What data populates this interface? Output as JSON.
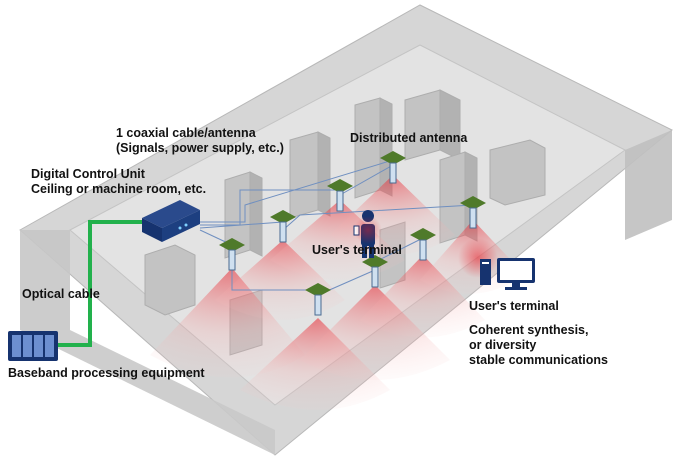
{
  "labels": {
    "coaxial_line1": "1 coaxial cable/antenna",
    "coaxial_line2": "(Signals, power supply, etc.)",
    "distributed_antenna": "Distributed antenna",
    "dcu_line1": "Digital Control Unit",
    "dcu_line2": "Ceiling or machine room, etc.",
    "user_terminal_center": "User's terminal",
    "optical_cable": "Optical cable",
    "user_terminal_right": "User's terminal",
    "coherent_line1": "Coherent synthesis,",
    "coherent_line2": "or diversity",
    "coherent_line3": "stable communications",
    "baseband": "Baseband processing equipment"
  },
  "colors": {
    "floor": "#d9d9d9",
    "wall": "#bfbfbf",
    "optical_cable": "#22b14c",
    "coax": "#6f8fc0",
    "antenna": "#4f7a2a",
    "signal": "#e8202a",
    "device": "#16336f"
  }
}
